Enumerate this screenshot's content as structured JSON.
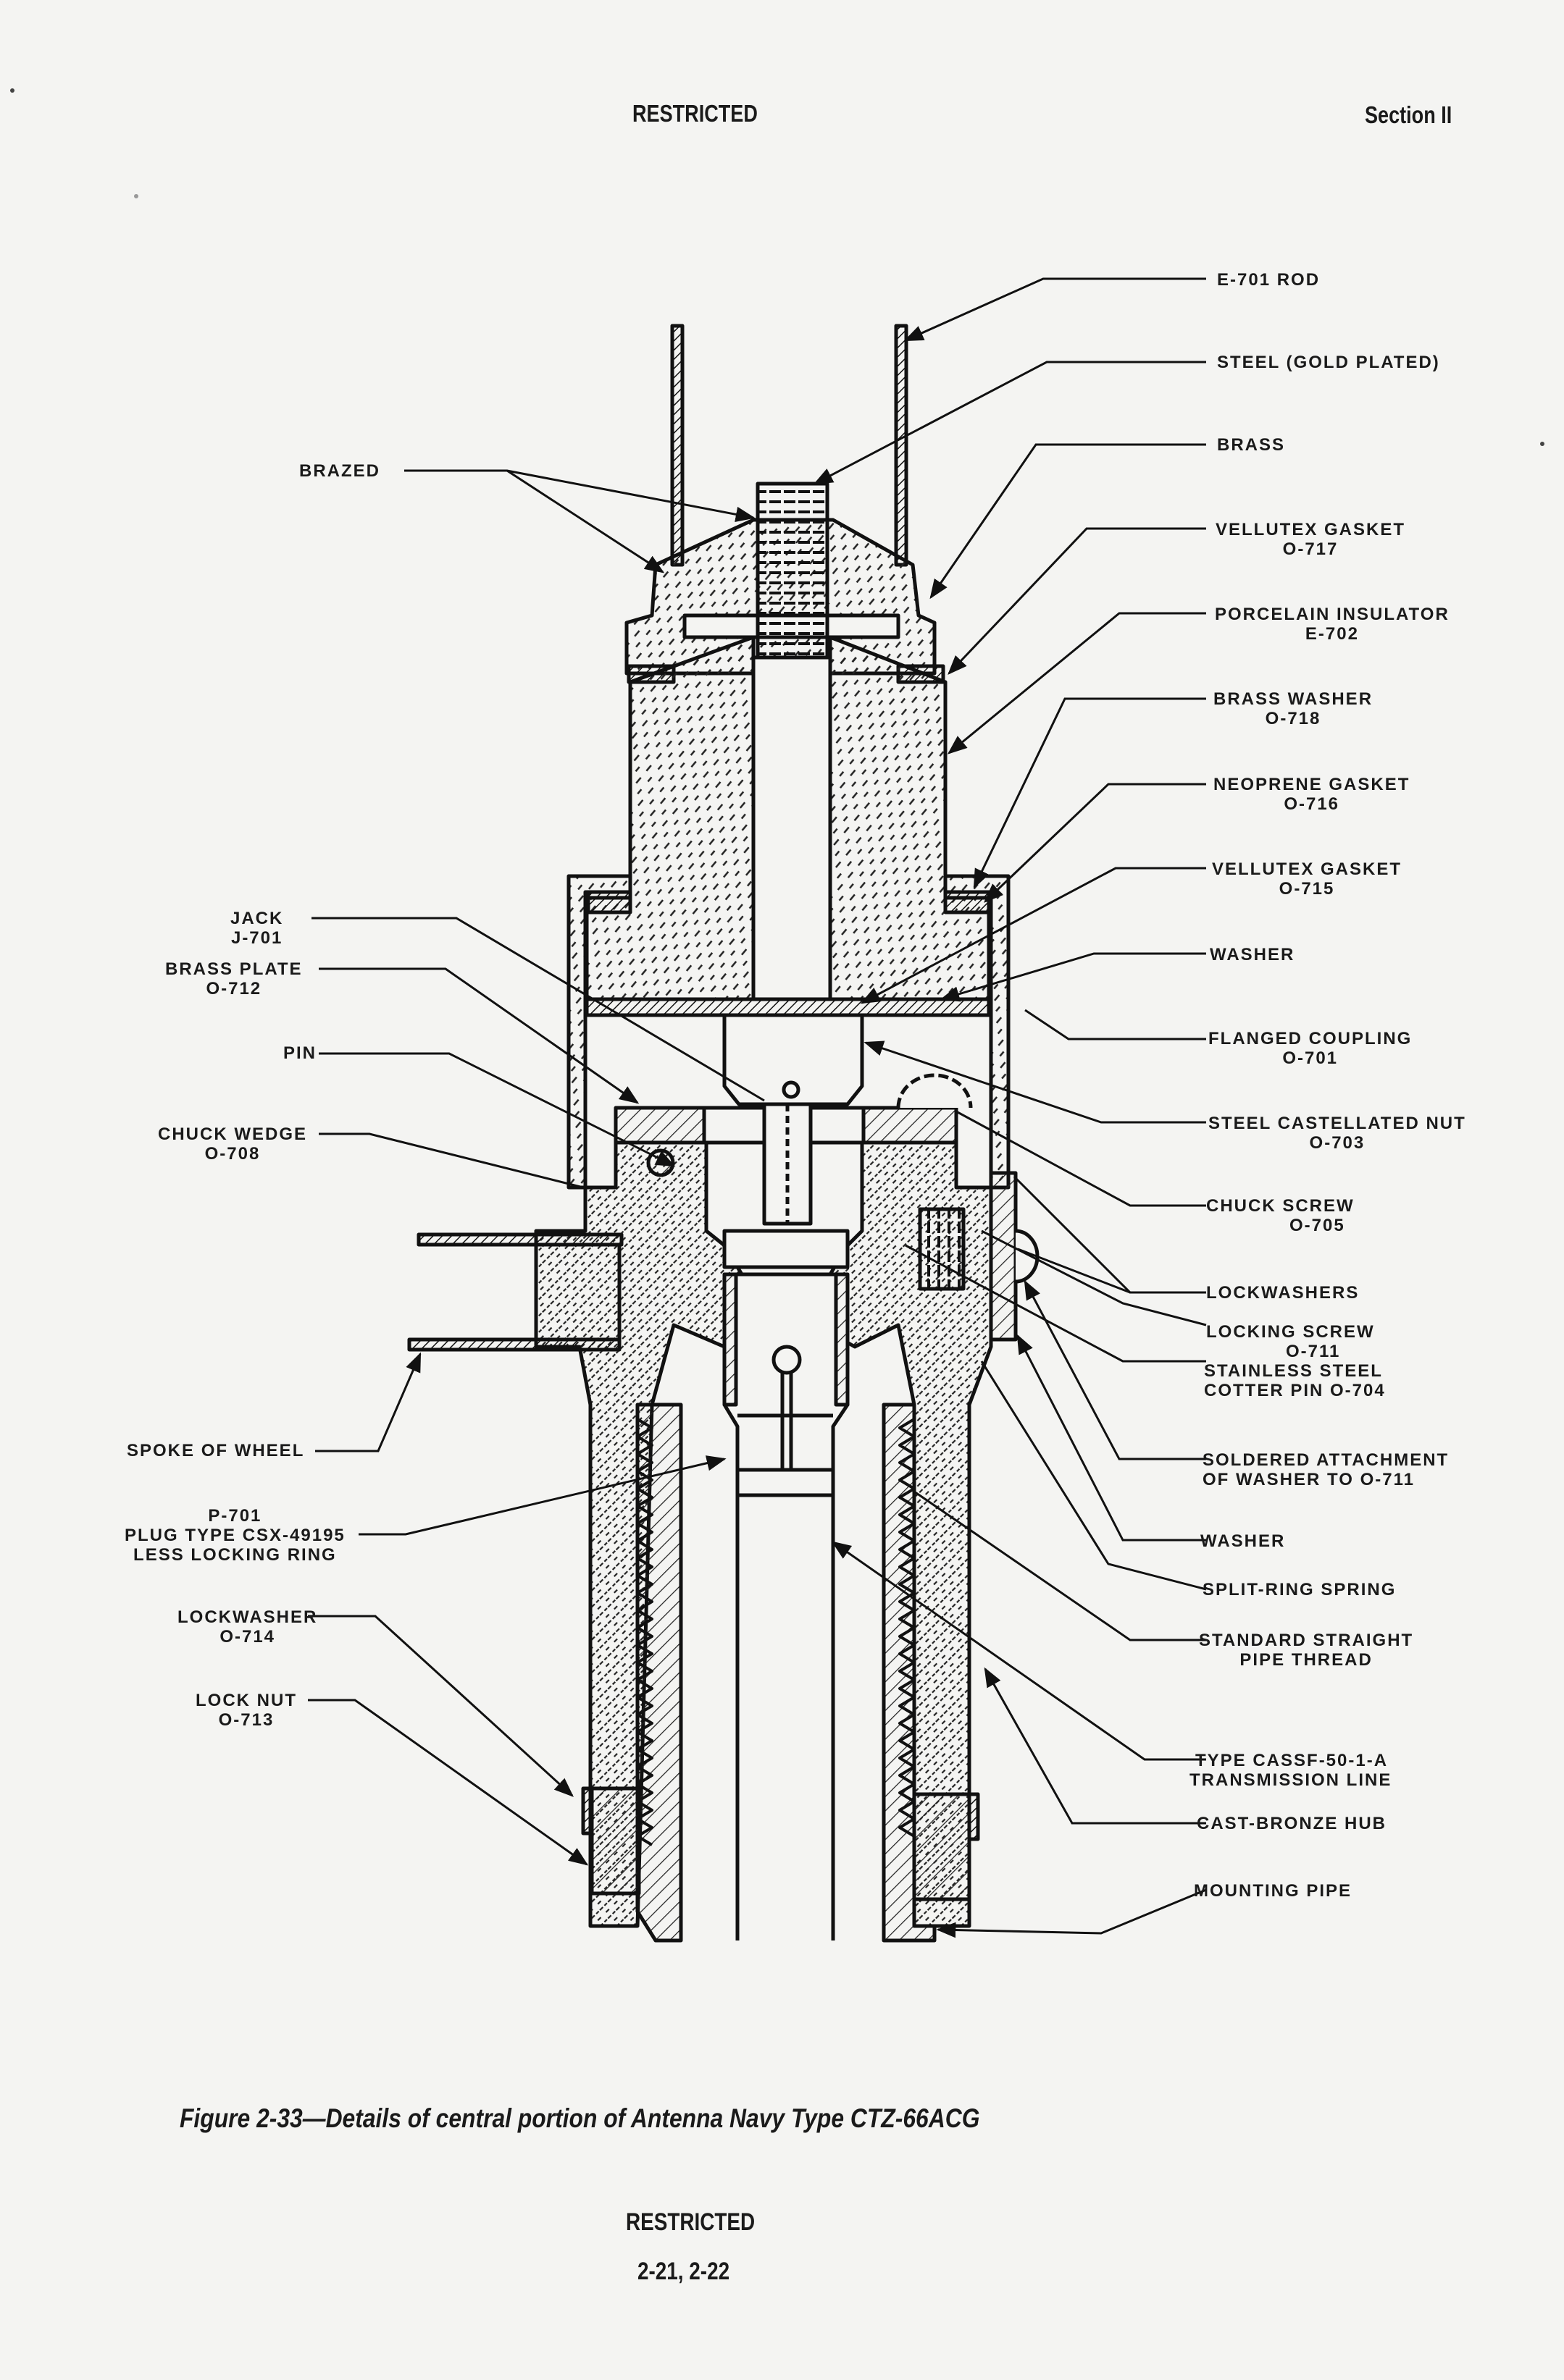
{
  "header": {
    "classification": "RESTRICTED",
    "section": "Section II"
  },
  "figure": {
    "caption": "Figure 2-33—Details of central portion of Antenna Navy Type CTZ-66ACG"
  },
  "labels_left": [
    {
      "id": "brazed",
      "lines": [
        "BRAZED"
      ]
    },
    {
      "id": "jack",
      "lines": [
        "JACK",
        "J-701"
      ]
    },
    {
      "id": "brass-plate",
      "lines": [
        "BRASS PLATE",
        "O-712"
      ]
    },
    {
      "id": "pin",
      "lines": [
        "PIN"
      ]
    },
    {
      "id": "chuck-wedge",
      "lines": [
        "CHUCK WEDGE",
        "O-708"
      ]
    },
    {
      "id": "spoke-of-wheel",
      "lines": [
        "SPOKE OF WHEEL"
      ]
    },
    {
      "id": "plug",
      "lines": [
        "P-701",
        "PLUG TYPE CSX-49195",
        "LESS LOCKING RING"
      ]
    },
    {
      "id": "lockwasher",
      "lines": [
        "LOCKWASHER",
        "O-714"
      ]
    },
    {
      "id": "lock-nut",
      "lines": [
        "LOCK NUT",
        "O-713"
      ]
    }
  ],
  "labels_right": [
    {
      "id": "e701-rod",
      "lines": [
        "E-701 ROD"
      ]
    },
    {
      "id": "steel-gold-plated",
      "lines": [
        "STEEL (GOLD PLATED)"
      ]
    },
    {
      "id": "brass",
      "lines": [
        "BRASS"
      ]
    },
    {
      "id": "vellutex-gasket-717",
      "lines": [
        "VELLUTEX GASKET",
        "O-717"
      ]
    },
    {
      "id": "porcelain-insulator",
      "lines": [
        "PORCELAIN INSULATOR",
        "E-702"
      ]
    },
    {
      "id": "brass-washer",
      "lines": [
        "BRASS WASHER",
        "O-718"
      ]
    },
    {
      "id": "neoprene-gasket",
      "lines": [
        "NEOPRENE GASKET",
        "O-716"
      ]
    },
    {
      "id": "vellutex-gasket-715",
      "lines": [
        "VELLUTEX GASKET",
        "O-715"
      ]
    },
    {
      "id": "washer-upper",
      "lines": [
        "WASHER"
      ]
    },
    {
      "id": "flanged-coupling",
      "lines": [
        "FLANGED COUPLING",
        "O-701"
      ]
    },
    {
      "id": "steel-castellated-nut",
      "lines": [
        "STEEL CASTELLATED NUT",
        "O-703"
      ]
    },
    {
      "id": "chuck-screw",
      "lines": [
        "CHUCK SCREW",
        "O-705"
      ]
    },
    {
      "id": "lockwashers",
      "lines": [
        "LOCKWASHERS"
      ]
    },
    {
      "id": "locking-screw",
      "lines": [
        "LOCKING SCREW",
        "O-711"
      ]
    },
    {
      "id": "cotter-pin",
      "lines": [
        "STAINLESS STEEL",
        "COTTER PIN O-704"
      ]
    },
    {
      "id": "soldered-attachment",
      "lines": [
        "SOLDERED ATTACHMENT",
        "OF WASHER TO O-711"
      ]
    },
    {
      "id": "washer-lower",
      "lines": [
        "WASHER"
      ]
    },
    {
      "id": "split-ring-spring",
      "lines": [
        "SPLIT-RING SPRING"
      ]
    },
    {
      "id": "pipe-thread",
      "lines": [
        "STANDARD STRAIGHT",
        "PIPE THREAD"
      ]
    },
    {
      "id": "transmission-line",
      "lines": [
        "TYPE CASSF-50-1-A",
        "TRANSMISSION LINE"
      ]
    },
    {
      "id": "cast-bronze-hub",
      "lines": [
        "CAST-BRONZE HUB"
      ]
    },
    {
      "id": "mounting-pipe",
      "lines": [
        "MOUNTING PIPE"
      ]
    }
  ],
  "footer": {
    "classification": "RESTRICTED",
    "page_numbers": "2-21, 2-22"
  }
}
